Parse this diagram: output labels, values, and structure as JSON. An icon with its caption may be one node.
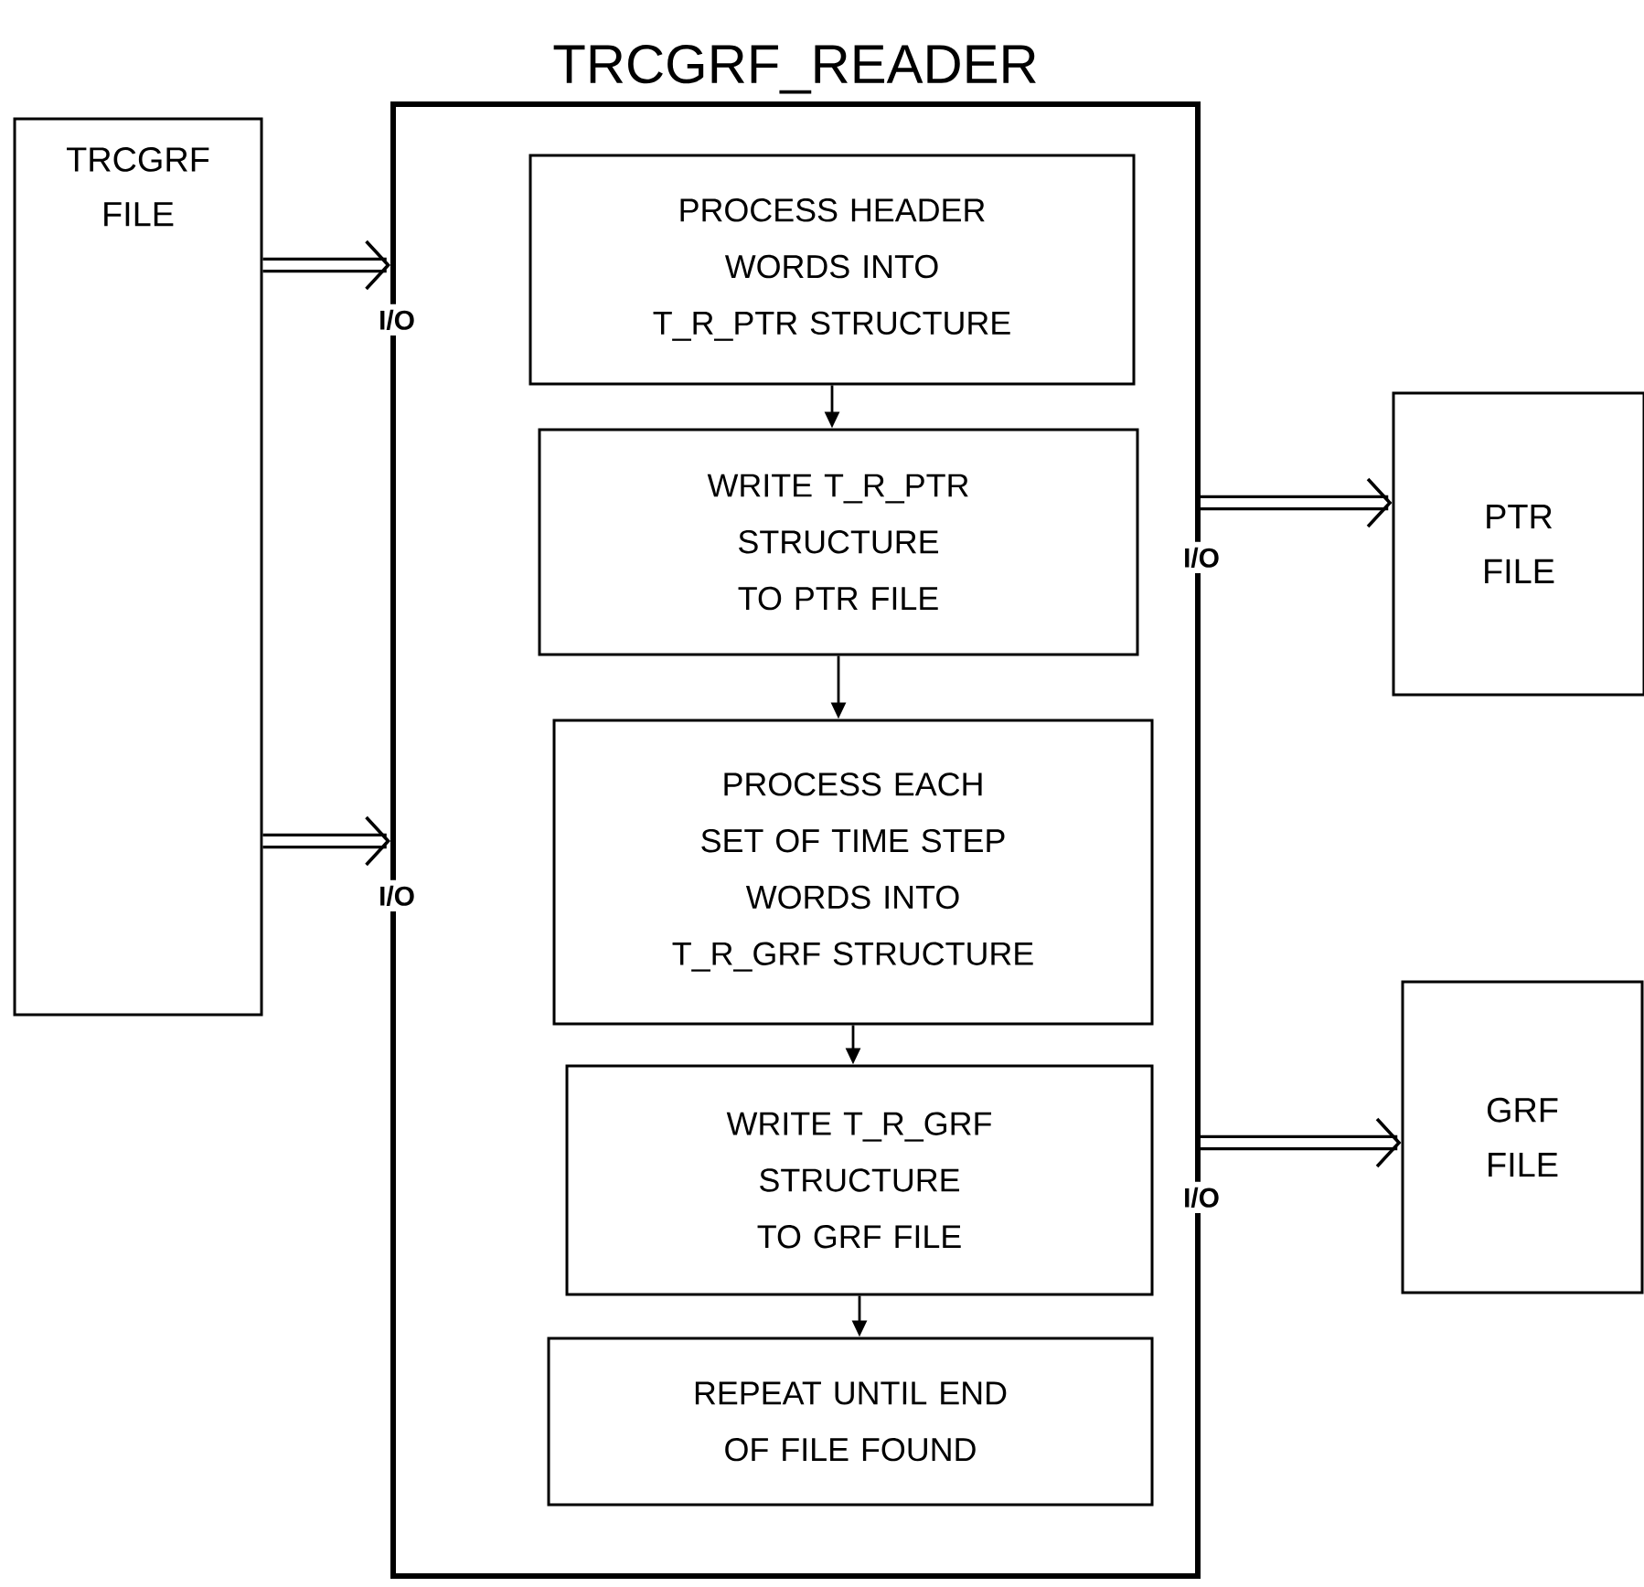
{
  "diagram": {
    "nodes": [
      {
        "text": [
          "TRCGRF_READER"
        ]
      },
      {
        "text": [
          "TRCGRF FILE"
        ]
      },
      {
        "text": [
          "PROCESS HEADER WORDS INTO T_R_PTR STRUCTURE"
        ],
        "in": 0
      },
      {
        "text": [
          "WRITE T_R_PTR STRUCTURE TO PTR FILE"
        ],
        "in": 0
      },
      {
        "text": [
          "PROCESS EACH SET OF TIME STEP WORDS INTO T_R_GRF STRUCTURE"
        ],
        "in": 0
      },
      {
        "text": [
          "WRITE T_R_GRF STRUCTURE TO GRF FILE"
        ],
        "in": 0
      },
      {
        "text": [
          "REPEAT UNTIL END OF FILE FOUND"
        ],
        "in": 0
      },
      {
        "text": [
          "PTR FILE"
        ]
      },
      {
        "text": [
          "GRF FILE"
        ]
      }
    ],
    "edges": [
      {
        "from": 1,
        "to": 0,
        "arrow": "to",
        "label": "I/O",
        "style": "thick"
      },
      {
        "from": 1,
        "to": 0,
        "arrow": "to",
        "label": "I/O",
        "style": "thick"
      },
      {
        "from": 0,
        "to": 7,
        "arrow": "to",
        "label": "I/O",
        "style": "thick"
      },
      {
        "from": 0,
        "to": 8,
        "arrow": "to",
        "label": "I/O",
        "style": "thick"
      },
      {
        "from": 2,
        "to": 3,
        "arrow": "to"
      },
      {
        "from": 3,
        "to": 4,
        "arrow": "to"
      },
      {
        "from": 4,
        "to": 5,
        "arrow": "to"
      },
      {
        "from": 5,
        "to": 6,
        "arrow": "to"
      }
    ]
  }
}
